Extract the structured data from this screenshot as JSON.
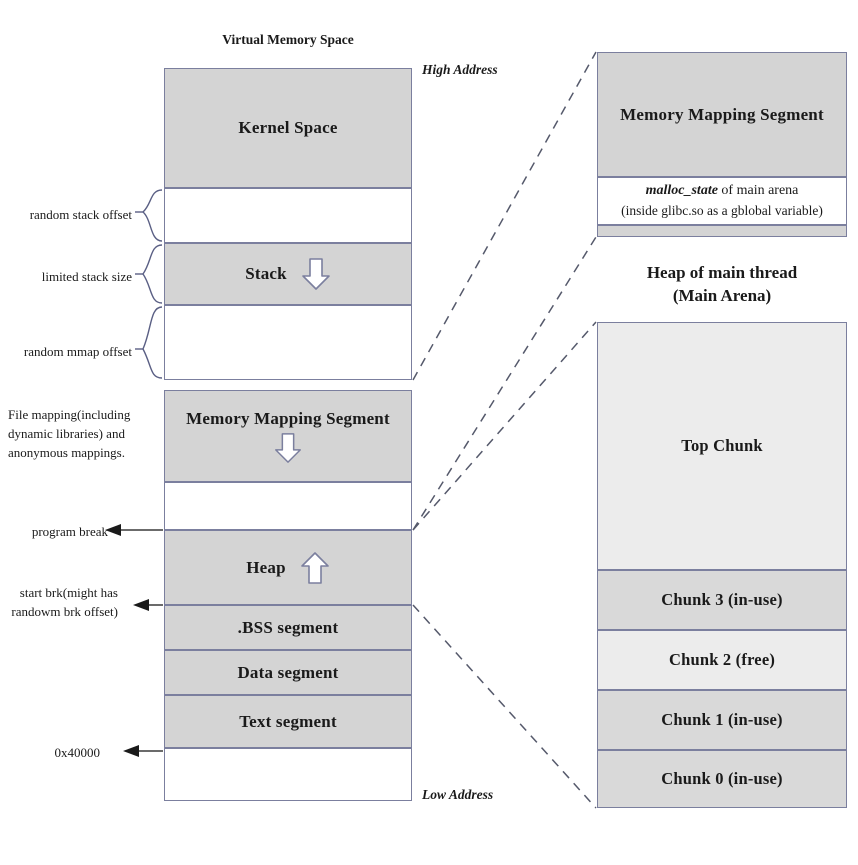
{
  "diagram": {
    "vms": {
      "title": "Virtual Memory Space",
      "high_address": "High Address",
      "low_address": "Low Address",
      "segments": [
        {
          "id": "kernel-space",
          "label": "Kernel Space",
          "fill": "gray",
          "arrow": "none"
        },
        {
          "id": "stack-gap-top",
          "label": "",
          "fill": "white",
          "arrow": "none"
        },
        {
          "id": "stack",
          "label": "Stack",
          "fill": "gray",
          "arrow": "down"
        },
        {
          "id": "mmap-gap",
          "label": "",
          "fill": "white",
          "arrow": "none"
        },
        {
          "id": "memory-mapping-segment",
          "label": "Memory Mapping Segment",
          "fill": "gray",
          "arrow": "down"
        },
        {
          "id": "brk-gap",
          "label": "",
          "fill": "white",
          "arrow": "none"
        },
        {
          "id": "heap",
          "label": "Heap",
          "fill": "gray",
          "arrow": "up"
        },
        {
          "id": "bss-segment",
          "label": ".BSS segment",
          "fill": "gray",
          "arrow": "none"
        },
        {
          "id": "data-segment",
          "label": "Data segment",
          "fill": "gray",
          "arrow": "none"
        },
        {
          "id": "text-segment",
          "label": "Text segment",
          "fill": "gray",
          "arrow": "none"
        },
        {
          "id": "below-text",
          "label": "",
          "fill": "white",
          "arrow": "none"
        }
      ],
      "brace_annotations": [
        {
          "id": "random-stack-offset",
          "label": "random stack offset"
        },
        {
          "id": "limited-stack-size",
          "label": "limited stack size"
        },
        {
          "id": "random-mmap-offset",
          "label": "random mmap offset"
        }
      ],
      "note": {
        "id": "file-mapping-note",
        "line1": "File mapping(including",
        "line2": "dynamic libraries) and",
        "line3": "anonymous mappings."
      },
      "arrow_annotations": [
        {
          "id": "program-break",
          "line1": "program break",
          "line2": ""
        },
        {
          "id": "start-brk",
          "line1": "start brk(might has",
          "line2": "randowm brk offset)"
        },
        {
          "id": "base-address",
          "line1": "0x40000",
          "line2": ""
        }
      ]
    },
    "mmap_detail": {
      "id": "memory-mapping-detail-panel",
      "header": "Memory Mapping Segment",
      "malloc_state_prefix": "malloc_state",
      "malloc_state_suffix": " of main arena",
      "malloc_state_note": "(inside glibc.so as a gblobal variable)"
    },
    "heap_detail": {
      "id": "heap-detail-panel",
      "title_line1": "Heap of main thread",
      "title_line2": "(Main Arena)",
      "blocks": [
        {
          "id": "top-chunk",
          "label": "Top Chunk",
          "fill": "light"
        },
        {
          "id": "chunk-3-in-use",
          "label": "Chunk 3 (in-use)",
          "fill": "gray"
        },
        {
          "id": "chunk-2-free",
          "label": "Chunk 2 (free)",
          "fill": "light"
        },
        {
          "id": "chunk-1-in-use",
          "label": "Chunk 1 (in-use)",
          "fill": "gray"
        },
        {
          "id": "chunk-0-in-use",
          "label": "Chunk 0 (in-use)",
          "fill": "gray"
        }
      ]
    },
    "colors": {
      "border": "#7b7f9e",
      "fill_gray": "#d4d4d4",
      "fill_light": "#ececec",
      "background": "#ffffff",
      "text": "#1a1a1a",
      "connector": "#555a6e"
    }
  }
}
